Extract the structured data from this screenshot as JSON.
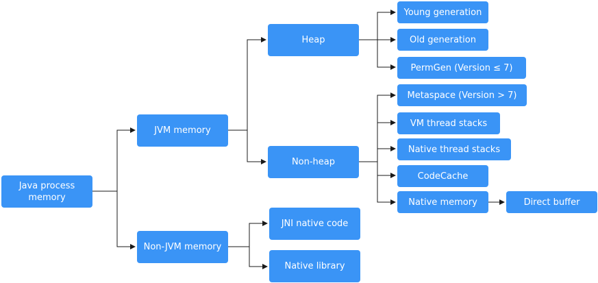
{
  "nodes": {
    "java_process_memory": "Java process memory",
    "jvm_memory": "JVM memory",
    "non_jvm_memory": "Non-JVM memory",
    "heap": "Heap",
    "non_heap": "Non-heap",
    "jni_native_code": "JNI native code",
    "native_library": "Native library",
    "young_generation": "Young generation",
    "old_generation": "Old generation",
    "permgen": "PermGen (Version ≤ 7)",
    "metaspace": "Metaspace (Version > 7)",
    "vm_thread_stacks": "VM thread stacks",
    "native_thread_stacks": "Native thread stacks",
    "codecache": "CodeCache",
    "native_memory": "Native memory",
    "direct_buffer": "Direct buffer"
  },
  "colors": {
    "node_fill": "#3a94f6",
    "node_text": "#ffffff",
    "connector": "#1a1a1a"
  }
}
